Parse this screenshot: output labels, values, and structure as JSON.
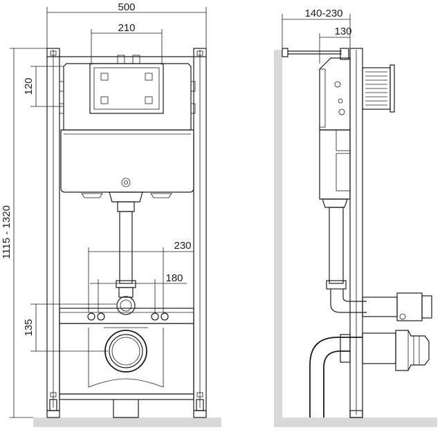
{
  "dimensions": {
    "frame_width": "500",
    "button_width": "210",
    "tank_height": "120",
    "install_height": "1115 - 1320",
    "wall_depth": "140-230",
    "frame_depth": "130",
    "stud_spacing_outer": "230",
    "stud_spacing_inner": "180",
    "outlet_height": "135"
  },
  "colors": {
    "line": "#1a1a1a",
    "floor": "#d9d9d9",
    "background": "#ffffff"
  }
}
